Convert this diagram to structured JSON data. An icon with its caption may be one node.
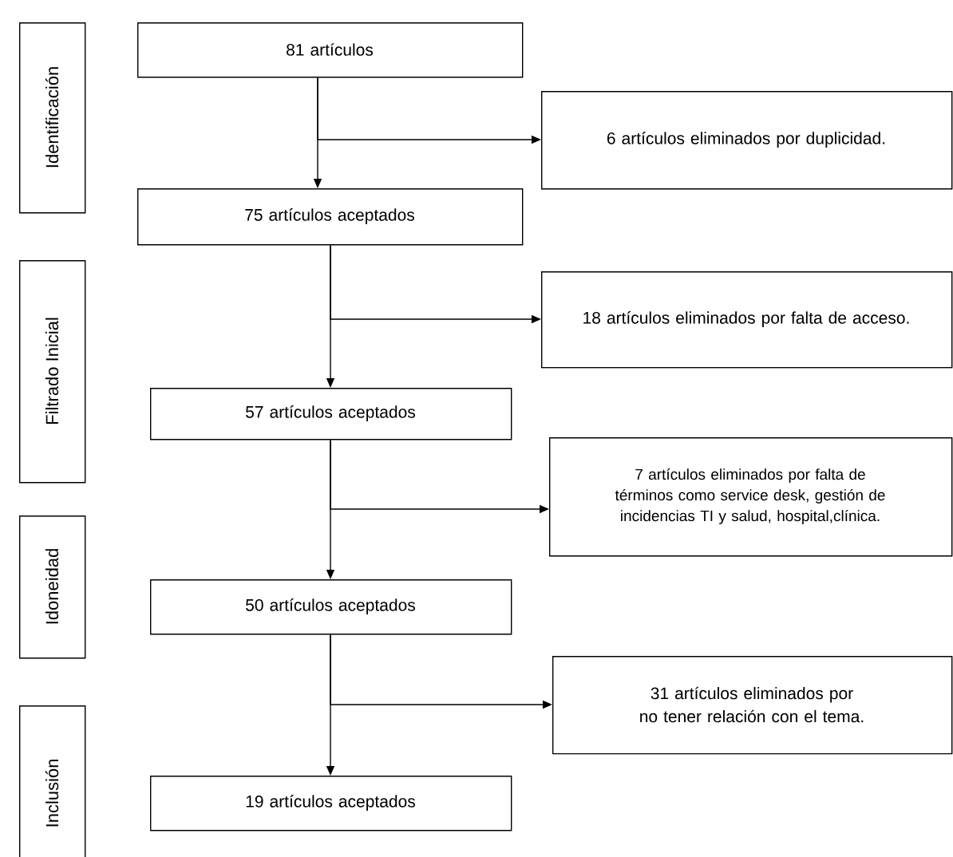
{
  "diagram": {
    "nodes": [
      {
        "text": [
          "Identificación"
        ]
      },
      {
        "text": [
          "81 artículos"
        ]
      },
      {
        "text": [
          "6 artículos eliminados por duplicidad."
        ]
      },
      {
        "text": [
          "75 artículos aceptados"
        ]
      },
      {
        "text": [
          "Filtrado Inicial"
        ]
      },
      {
        "text": [
          "18 artículos eliminados por falta de acceso."
        ]
      },
      {
        "text": [
          "57 artículos aceptados"
        ]
      },
      {
        "text": [
          "Idoneidad"
        ]
      },
      {
        "text": [
          "7 artículos eliminados por falta de términos como service desk, gestión de incidencias TI y salud, hospital,clínica."
        ]
      },
      {
        "text": [
          "50 artículos aceptados"
        ]
      },
      {
        "text": [
          "Inclusión"
        ]
      },
      {
        "text": [
          "31 artículos eliminados por no tener relación con el tema."
        ]
      },
      {
        "text": [
          "19 artículos aceptados"
        ]
      }
    ],
    "edges": [
      {
        "from": 1,
        "to": 3,
        "arrow": "to"
      },
      {
        "from": 1,
        "to": 2,
        "arrow": "to"
      },
      {
        "from": 3,
        "to": 6,
        "arrow": "to"
      },
      {
        "from": 3,
        "to": 5,
        "arrow": "to"
      },
      {
        "from": 6,
        "to": 9,
        "arrow": "to"
      },
      {
        "from": 6,
        "to": 8,
        "arrow": "to"
      },
      {
        "from": 9,
        "to": 12,
        "arrow": "to"
      },
      {
        "from": 9,
        "to": 11,
        "arrow": "to"
      }
    ]
  }
}
